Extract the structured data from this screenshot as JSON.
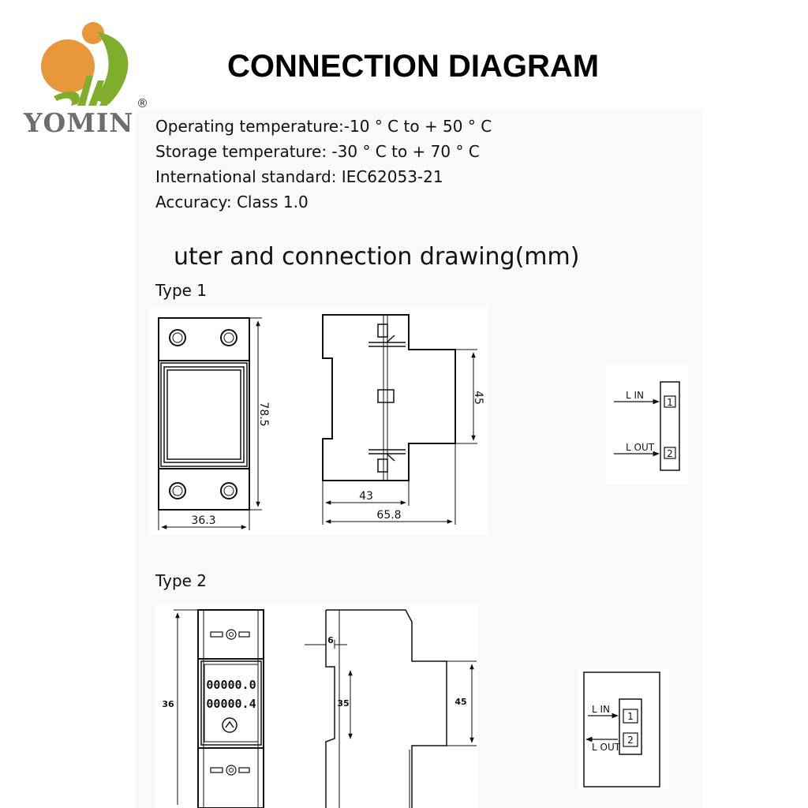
{
  "header": {
    "title": "CONNECTION DIAGRAM",
    "brand": "YOMIN",
    "registered_mark": "®",
    "colors": {
      "logo_orange": "#e8973a",
      "logo_green": "#7fae2d",
      "brand_gray": "#6e6e6e"
    }
  },
  "specs": [
    "Operating temperature:-10 ° C to + 50 ° C",
    "Storage temperature: -30 ° C to + 70 ° C",
    "International standard: IEC62053-21",
    "Accuracy: Class 1.0"
  ],
  "section_title": "uter and connection drawing(mm)",
  "type1": {
    "label": "Type 1",
    "front": {
      "height": "78.5",
      "width": "36.3"
    },
    "side": {
      "height": "45",
      "depth_inner": "43",
      "depth_total": "65.8"
    },
    "terminals": {
      "in_label": "L IN",
      "out_label": "L OUT",
      "in_num": "1",
      "out_num": "2"
    }
  },
  "type2": {
    "label": "Type 2",
    "front": {
      "height": "36",
      "display_line1": "00000.0",
      "display_line2": "00000.4"
    },
    "side": {
      "top_offset": "6",
      "inner_height": "35",
      "height": "45"
    },
    "terminals": {
      "in_label": "L IN",
      "out_label": "L OUT",
      "in_num": "1",
      "out_num": "2"
    }
  }
}
